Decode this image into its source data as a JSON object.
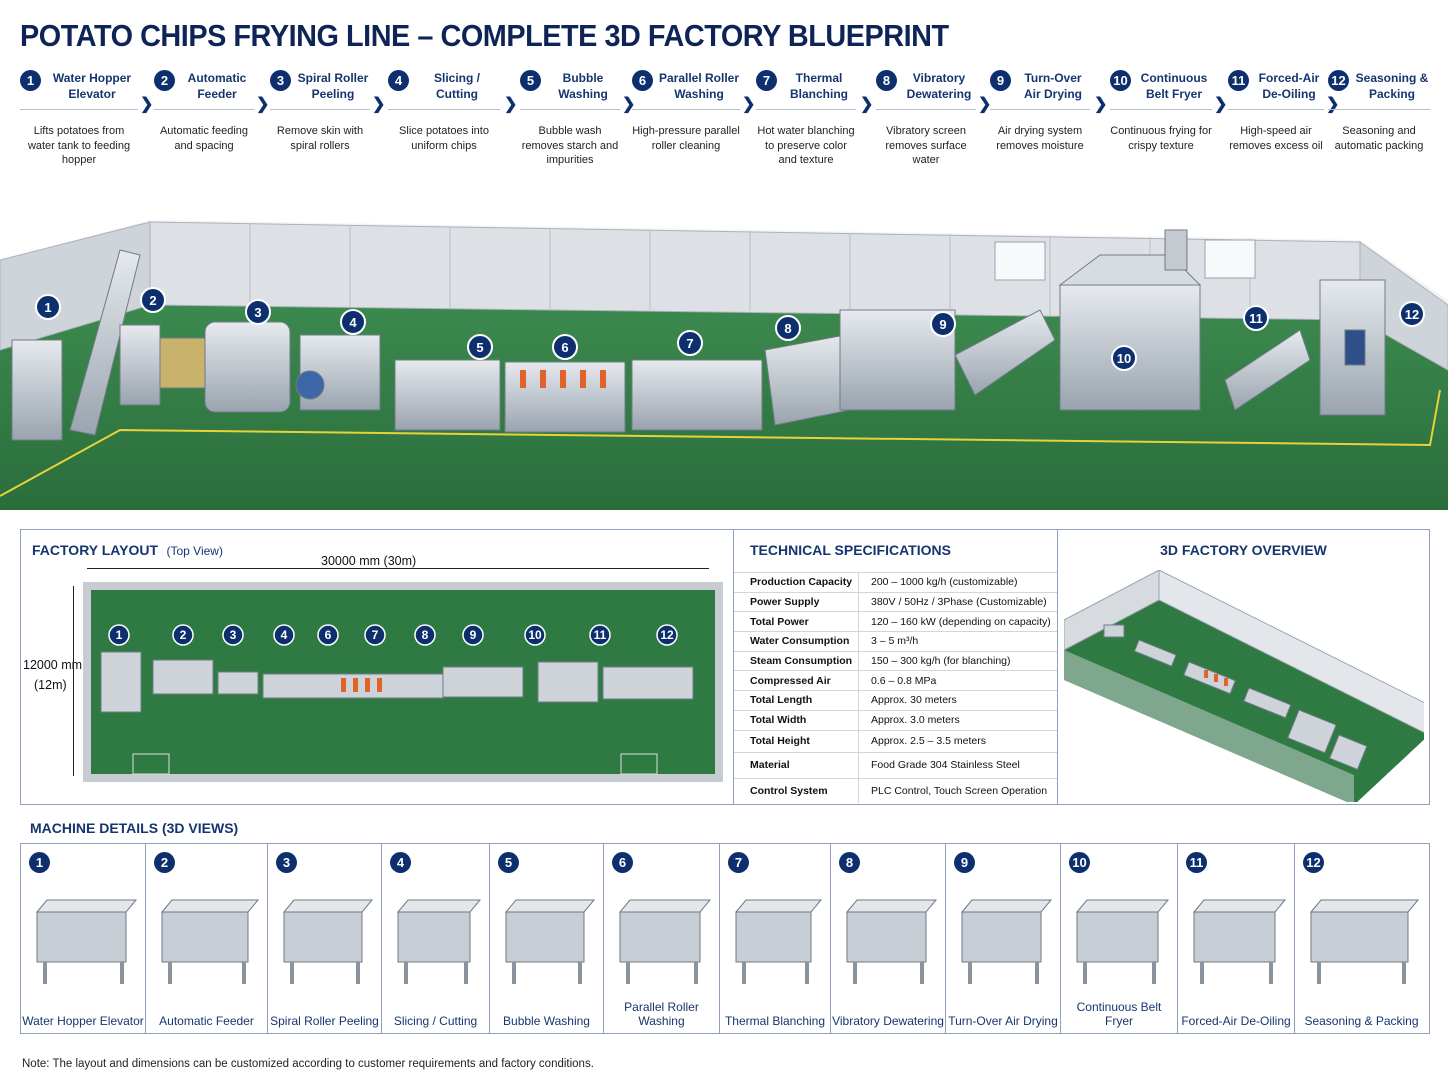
{
  "title": "POTATO CHIPS FRYING LINE – COMPLETE 3D FACTORY BLUEPRINT",
  "steps": [
    {
      "num": "1",
      "label": "Water Hopper Elevator",
      "desc": "Lifts potatoes from water tank to feeding hopper"
    },
    {
      "num": "2",
      "label": "Automatic Feeder",
      "desc": "Automatic feeding and spacing"
    },
    {
      "num": "3",
      "label": "Spiral Roller Peeling",
      "desc": "Remove skin with spiral rollers"
    },
    {
      "num": "4",
      "label": "Slicing / Cutting",
      "desc": "Slice potatoes into uniform chips"
    },
    {
      "num": "5",
      "label": "Bubble Washing",
      "desc": "Bubble wash removes starch and impurities"
    },
    {
      "num": "6",
      "label": "Parallel Roller Washing",
      "desc": "High-pressure parallel roller cleaning"
    },
    {
      "num": "7",
      "label": "Thermal Blanching",
      "desc": "Hot water blanching to preserve color and texture"
    },
    {
      "num": "8",
      "label": "Vibratory Dewatering",
      "desc": "Vibratory screen removes surface water"
    },
    {
      "num": "9",
      "label": "Turn-Over Air Drying",
      "desc": "Air drying system removes moisture"
    },
    {
      "num": "10",
      "label": "Continuous Belt Fryer",
      "desc": "Continuous frying for crispy texture"
    },
    {
      "num": "11",
      "label": "Forced-Air De-Oiling",
      "desc": "High-speed air removes excess oil"
    },
    {
      "num": "12",
      "label": "Seasoning & Packing",
      "desc": "Seasoning and automatic packing"
    }
  ],
  "layout": {
    "title": "FACTORY LAYOUT",
    "subtitle": "(Top View)",
    "length_label": "30000 mm (30m)",
    "width_label": "12000 mm",
    "width_label_m": "(12m)"
  },
  "specs": {
    "title": "TECHNICAL SPECIFICATIONS",
    "rows": [
      {
        "k": "Production Capacity",
        "v": "200 – 1000 kg/h (customizable)"
      },
      {
        "k": "Power Supply",
        "v": "380V / 50Hz / 3Phase (Customizable)"
      },
      {
        "k": "Total Power",
        "v": "120 – 160 kW (depending on capacity)"
      },
      {
        "k": "Water Consumption",
        "v": "3 – 5 m³/h"
      },
      {
        "k": "Steam Consumption",
        "v": "150 – 300 kg/h (for blanching)"
      },
      {
        "k": "Compressed Air",
        "v": "0.6 – 0.8 MPa"
      },
      {
        "k": "Total Length",
        "v": "Approx. 30 meters"
      },
      {
        "k": "Total Width",
        "v": "Approx. 3.0 meters"
      },
      {
        "k": "Total Height",
        "v": "Approx. 2.5 – 3.5 meters"
      },
      {
        "k": "Material",
        "v": "Food Grade 304 Stainless Steel"
      },
      {
        "k": "Control System",
        "v": "PLC Control, Touch Screen Operation"
      }
    ]
  },
  "overview": {
    "title": "3D FACTORY OVERVIEW"
  },
  "machines": {
    "title": "MACHINE DETAILS (3D VIEWS)",
    "items": [
      {
        "num": "1",
        "label": "Water Hopper Elevator"
      },
      {
        "num": "2",
        "label": "Automatic Feeder"
      },
      {
        "num": "3",
        "label": "Spiral Roller Peeling"
      },
      {
        "num": "4",
        "label": "Slicing / Cutting"
      },
      {
        "num": "5",
        "label": "Bubble Washing"
      },
      {
        "num": "6",
        "label": "Parallel Roller Washing"
      },
      {
        "num": "7",
        "label": "Thermal Blanching"
      },
      {
        "num": "8",
        "label": "Vibratory Dewatering"
      },
      {
        "num": "9",
        "label": "Turn-Over Air Drying"
      },
      {
        "num": "10",
        "label": "Continuous Belt Fryer"
      },
      {
        "num": "11",
        "label": "Forced-Air De-Oiling"
      },
      {
        "num": "12",
        "label": "Seasoning & Packing"
      }
    ]
  },
  "note": "Note: The layout and dimensions can be customized according to customer requirements and factory conditions.",
  "colors": {
    "navy": "#0e2f6e",
    "floor": "#2f7a42",
    "steel": "#b9c2cb",
    "wall": "#e3e6ea",
    "orange": "#e0642a"
  }
}
